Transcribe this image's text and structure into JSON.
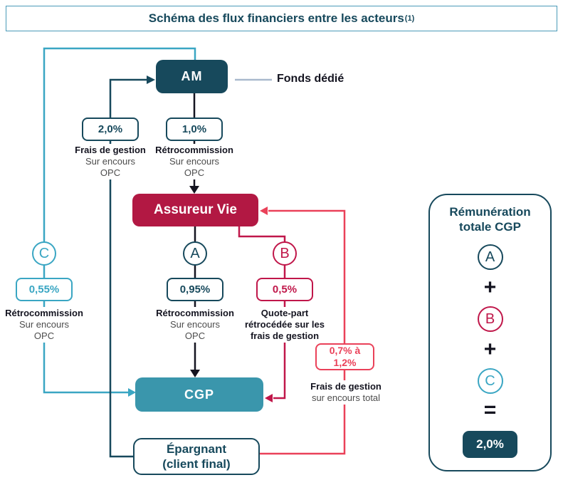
{
  "title": {
    "text": "Schéma des flux financiers entre les acteurs",
    "footnote": "(1)"
  },
  "nodes": {
    "am": "AM",
    "fonds_dedie": "Fonds dédié",
    "assureur_vie": "Assureur Vie",
    "cgp": "CGP",
    "epargnant_line1": "Épargnant",
    "epargnant_line2": "(client final)"
  },
  "flows": {
    "frais_gestion_opc": {
      "value": "2,0%",
      "line1": "Frais de gestion",
      "line2": "Sur encours",
      "line3": "OPC"
    },
    "retrocommission_am": {
      "value": "1,0%",
      "line1": "Rétrocommission",
      "line2": "Sur encours",
      "line3": "OPC"
    },
    "retrocommission_a": {
      "letter": "A",
      "value": "0,95%",
      "line1": "Rétrocommission",
      "line2": "Sur encours",
      "line3": "OPC"
    },
    "quote_part_b": {
      "letter": "B",
      "value": "0,5%",
      "line1": "Quote-part",
      "line2": "rétrocédée sur les",
      "line3": "frais de gestion"
    },
    "retrocommission_c": {
      "letter": "C",
      "value": "0,55%",
      "line1": "Rétrocommission",
      "line2": "Sur encours",
      "line3": "OPC"
    },
    "frais_gestion_total": {
      "value_line1": "0,7% à",
      "value_line2": "1,2%",
      "line1": "Frais de gestion",
      "line2": "sur encours total"
    }
  },
  "panel": {
    "title_line1": "Rémunération",
    "title_line2": "totale CGP",
    "items": [
      "A",
      "B",
      "C"
    ],
    "plus": "+",
    "equals": "=",
    "total": "2,0%"
  },
  "colors": {
    "dark_teal": "#17495C",
    "teal": "#3A96AC",
    "light_teal": "#3AA6C3",
    "crimson": "#C0174A",
    "assureur_red": "#B21843",
    "bright_red": "#EA4159",
    "connector_gray": "#A9B9CD",
    "ink_black": "#141420",
    "text_gray": "#4D4D4D",
    "title_border": "#4A9AB8"
  }
}
